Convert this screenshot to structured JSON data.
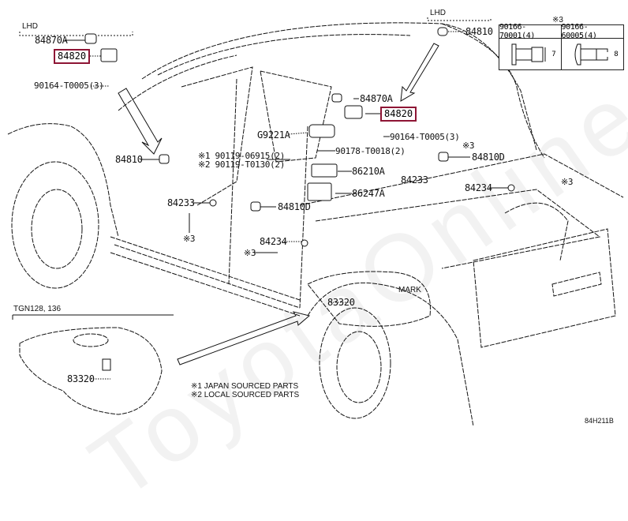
{
  "diagram": {
    "type": "parts-exploded-view",
    "drawing_code": "84H211B",
    "watermark": "ToyotaOnline.ru",
    "highlight_color": "#8e1535",
    "section_labels": {
      "lhd_left": "LHD",
      "lhd_right": "LHD",
      "variant": "TGN128, 136"
    },
    "callouts": {
      "p84870A_left": "84870A",
      "p84820_left": "84820",
      "p90164_left": "90164-T0005(3)",
      "p84810_top": "84810",
      "p84870A_center": "84870A",
      "p84820_center": "84820",
      "p90164_center": "90164-T0005(3)",
      "pG9221A": "G9221A",
      "p90178": "90178-T0018(2)",
      "p90119_1": "※1 90119-06915(2)",
      "p90119_2": "※2 90119-T0130(2)",
      "p84810_left": "84810",
      "p86210A": "86210A",
      "p86247A": "86247A",
      "p84233_center": "84233",
      "p84233_left": "84233",
      "p84810D_right": "84810D",
      "p84810D_center": "84810D",
      "p84234_right": "84234",
      "p84234_center": "84234",
      "note3_a": "※3",
      "note3_b": "※3",
      "note3_c": "※3",
      "note3_d": "※3",
      "p83320_main": "83320",
      "mark": "MARK",
      "p83320_inset": "83320"
    },
    "clip_table": {
      "note": "※3",
      "columns": [
        {
          "part": "90166-70001(4)",
          "dim": "7"
        },
        {
          "part": "90166-60005(4)",
          "dim": "8"
        }
      ]
    },
    "legend": [
      "※1 JAPAN SOURCED PARTS",
      "※2 LOCAL SOURCED PARTS"
    ],
    "highlighted_parts": [
      "84820"
    ]
  }
}
